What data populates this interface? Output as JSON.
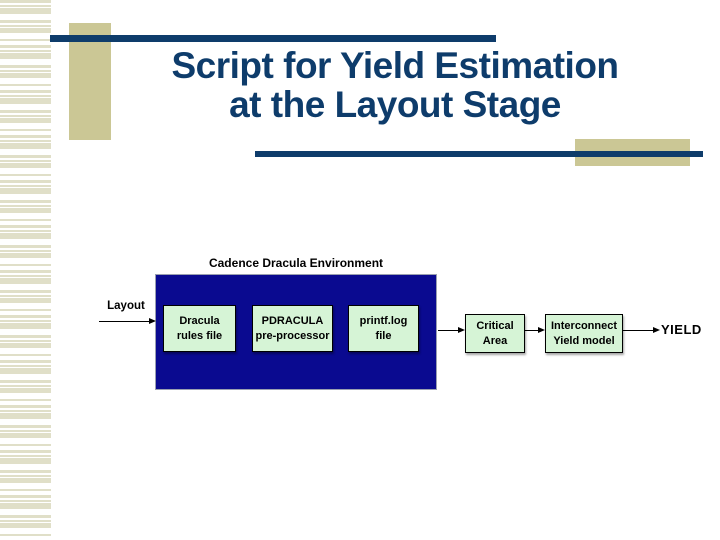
{
  "slide": {
    "title_line1": "Script for Yield Estimation",
    "title_line2": "at the Layout Stage"
  },
  "diagram": {
    "environment_label": "Cadence Dracula Environment",
    "input_label": "Layout",
    "output_label": "YIELD",
    "inner_boxes": [
      {
        "line1": "Dracula",
        "line2": "rules file"
      },
      {
        "line1": "PDRACULA",
        "line2": "pre-processor"
      },
      {
        "line1": "printf.log",
        "line2": "file"
      }
    ],
    "outer_boxes": [
      {
        "line1": "Critical",
        "line2": "Area"
      },
      {
        "line1": "Interconnect",
        "line2": "Yield model"
      }
    ],
    "colors": {
      "title_navy": "#0e3c6b",
      "rule_navy": "#0e3c6b",
      "environment_fill": "#0a0a90",
      "process_box_fill": "#d6f4d6",
      "stripe_beige": "#e0dfc8",
      "tan_accent": "#cbc795",
      "text_black": "#000000",
      "background": "#ffffff"
    }
  }
}
